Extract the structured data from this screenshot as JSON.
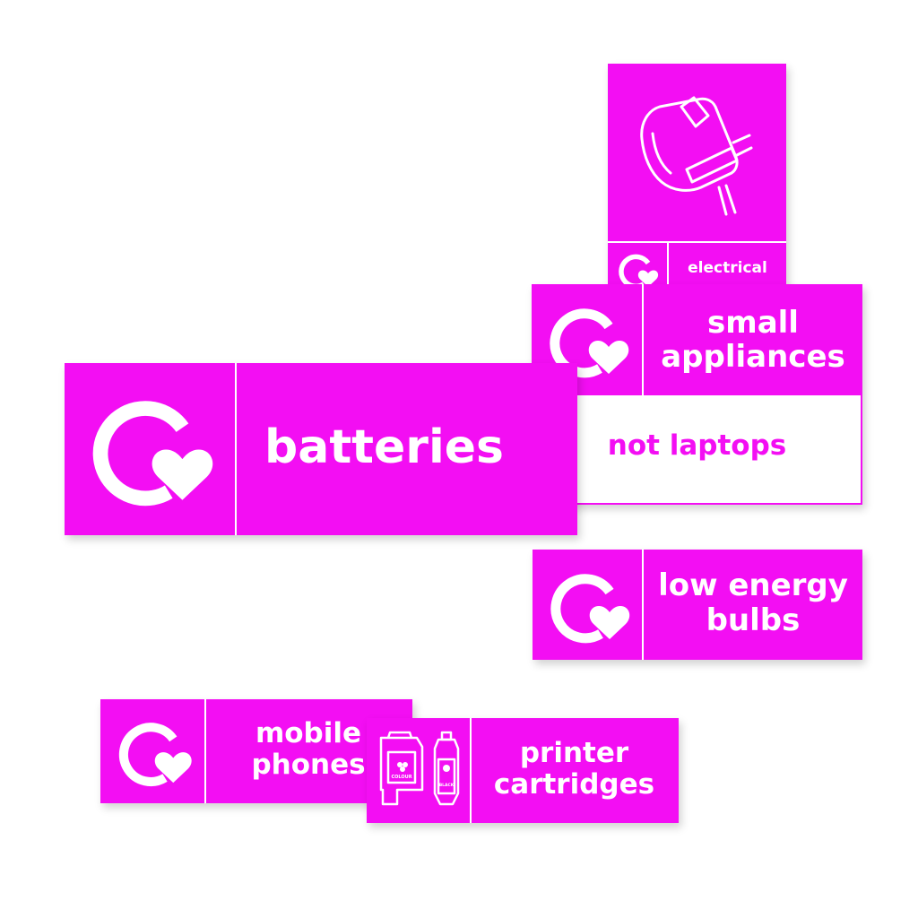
{
  "colors": {
    "magenta": "#f30ef3",
    "white": "#ffffff"
  },
  "icons": {
    "recycle": "recycle-loop-heart-icon",
    "plug": "electrical-plug-icon",
    "cartridge": "printer-cartridge-icon"
  },
  "signs": {
    "electrical": {
      "label": "electrical"
    },
    "small_appliances": {
      "label": "small\nappliances",
      "note": "not laptops"
    },
    "batteries": {
      "label": "batteries"
    },
    "low_energy_bulbs": {
      "label": "low energy\nbulbs"
    },
    "mobile_phones": {
      "label": "mobile\nphones"
    },
    "printer_cartridges": {
      "label": "printer\ncartridges",
      "colour_tag": "COLOUR",
      "black_tag": "BLACK"
    }
  }
}
